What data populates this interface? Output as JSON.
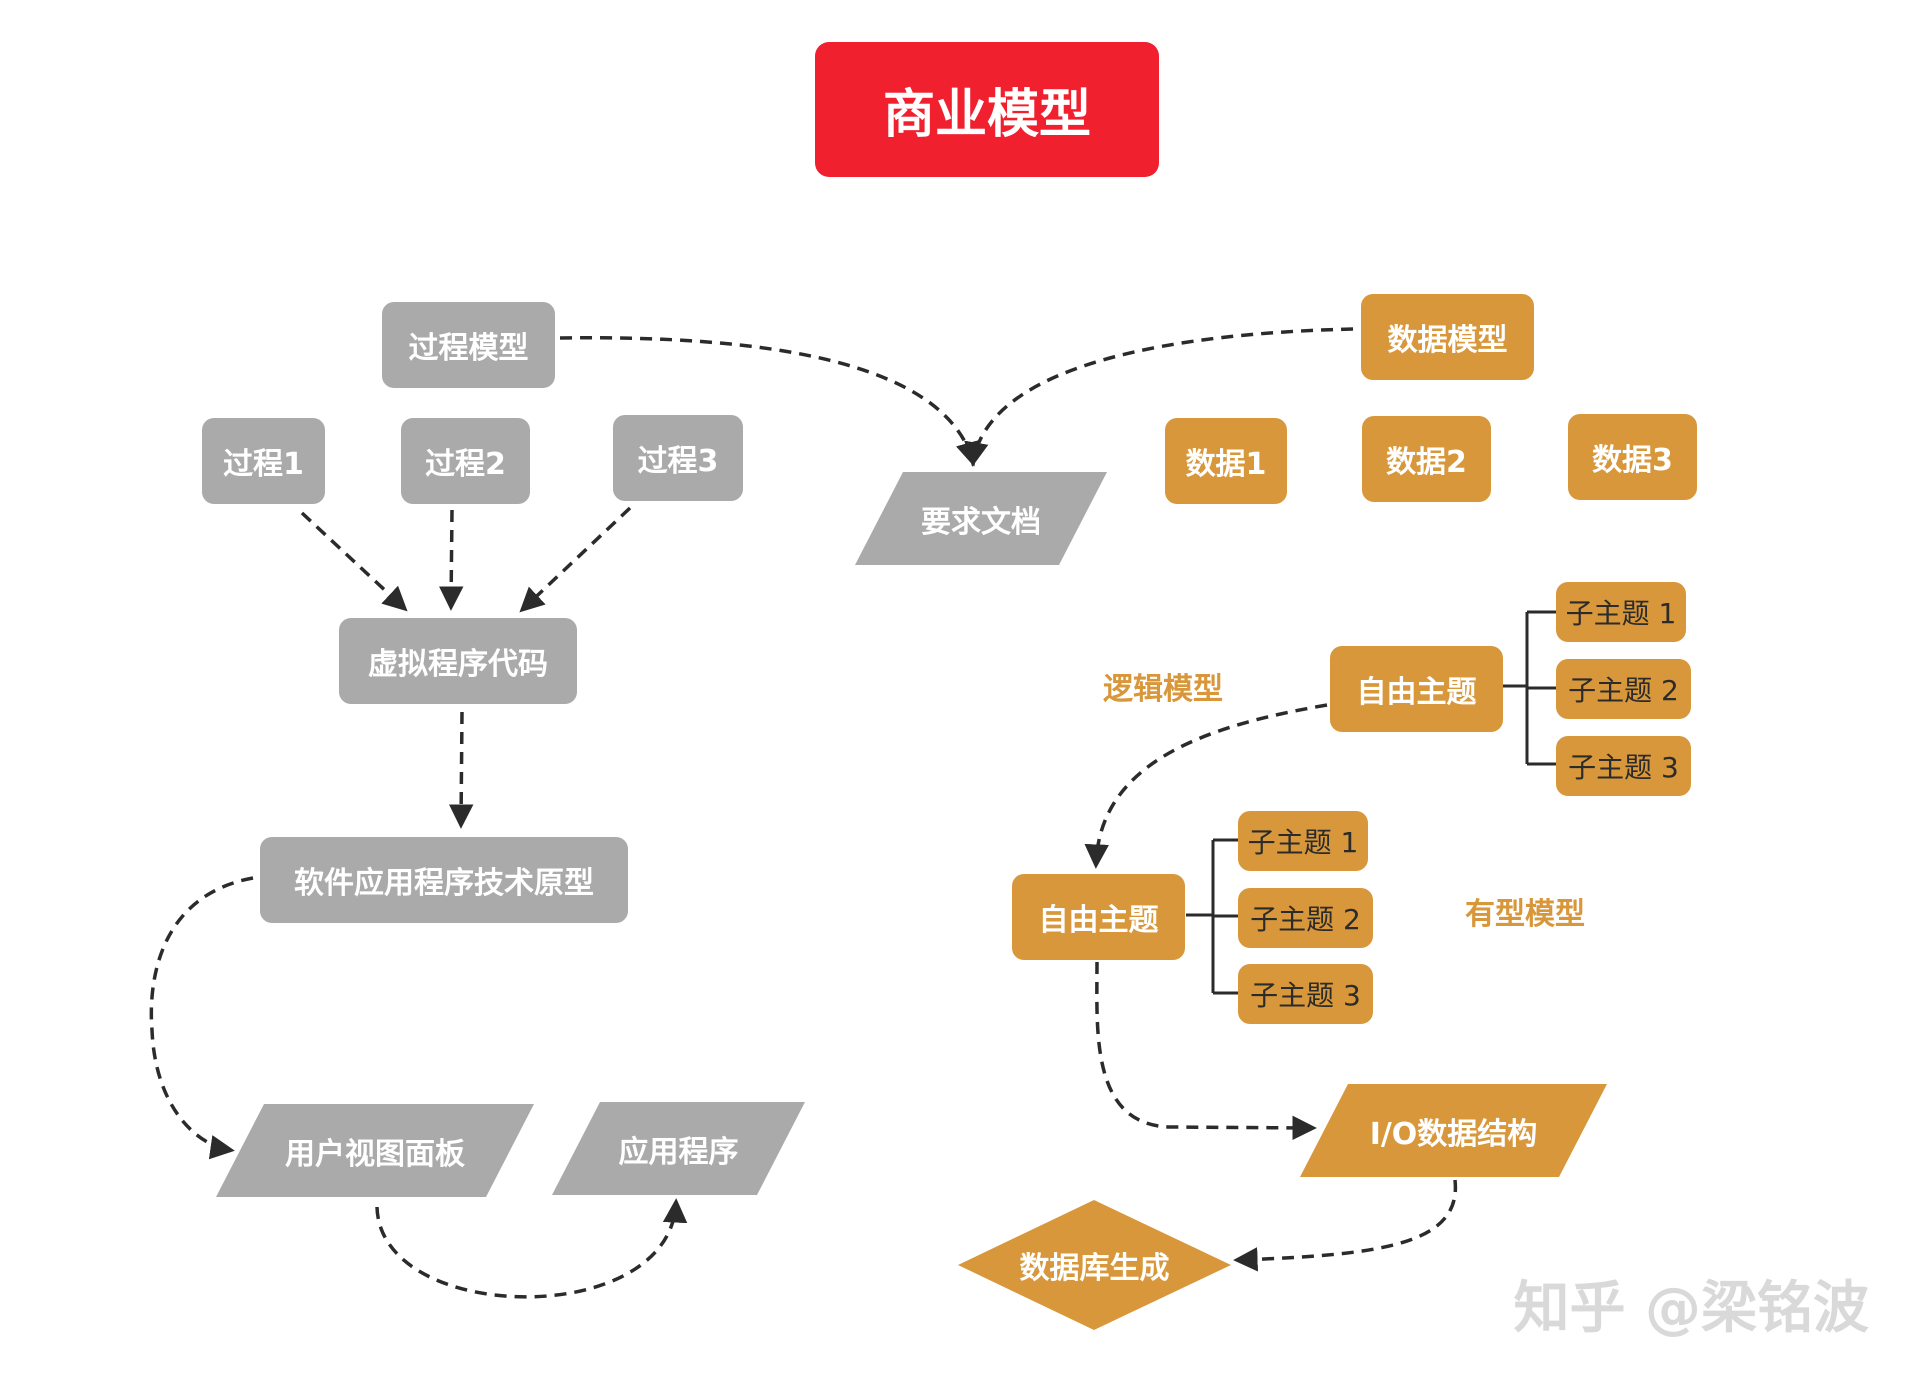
{
  "title": "商业模型",
  "process": {
    "model": "过程模型",
    "items": [
      "过程1",
      "过程2",
      "过程3"
    ],
    "pseudo_code": "虚拟程序代码",
    "prototype": "软件应用程序技术原型",
    "user_view": "用户视图面板",
    "application": "应用程序"
  },
  "requirements_doc": "要求文档",
  "data": {
    "model": "数据模型",
    "items": [
      "数据1",
      "数据2",
      "数据3"
    ]
  },
  "logical": {
    "label": "逻辑模型",
    "topic": "自由主题",
    "subtopics": [
      "子主题 1",
      "子主题 2",
      "子主题 3"
    ]
  },
  "physical": {
    "label": "有型模型",
    "topic": "自由主题",
    "subtopics": [
      "子主题 1",
      "子主题 2",
      "子主题 3"
    ]
  },
  "io_structure": "I/O数据结构",
  "db_generation": "数据库生成",
  "watermark": "知乎 @梁铭波",
  "colors": {
    "title_red": "#f0202f",
    "gray": "#aaaaaa",
    "orange": "#d8973a",
    "arrow": "#2b2b2b"
  }
}
